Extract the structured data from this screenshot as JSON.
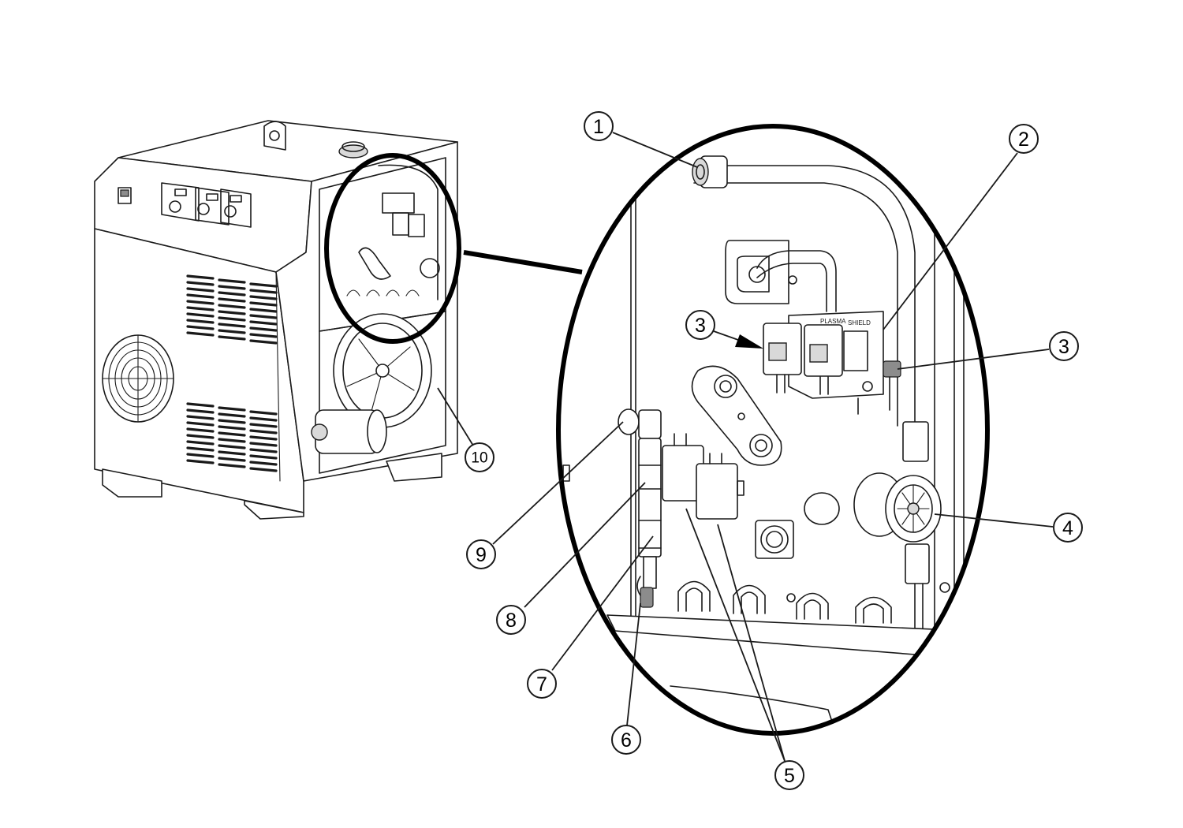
{
  "callouts": {
    "c1": "1",
    "c2": "2",
    "c3a": "3",
    "c3b": "3",
    "c4": "4",
    "c5": "5",
    "c6": "6",
    "c7": "7",
    "c8": "8",
    "c9": "9",
    "c10": "10"
  },
  "valve_labels": {
    "plasma": "PLASMA",
    "shield": "SHIELD"
  }
}
